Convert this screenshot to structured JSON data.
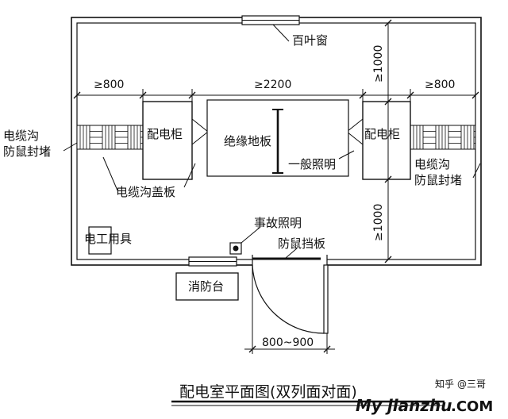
{
  "title": "配电室平面图(双列面对面)",
  "labels": {
    "louver_window": "百叶窗",
    "cable_trench_left": [
      "电缆沟",
      "防鼠封堵"
    ],
    "cable_trench_right": [
      "电缆沟",
      "防鼠封堵"
    ],
    "cabinet_left": "配电柜",
    "cabinet_right": "配电柜",
    "insulation_mat": "绝缘地板",
    "general_lighting": "一般照明",
    "cable_trench_cover": "电缆沟盖板",
    "emergency_lighting": "事故照明",
    "electrician_tools": "电工用具",
    "rodent_board": "防鼠挡板",
    "fire_platform": "消防台"
  },
  "dimensions": {
    "left_clearance": "≥800",
    "aisle_width": "≥2200",
    "right_clearance": "≥800",
    "top_clearance": "≥1000",
    "bottom_clearance": "≥1000",
    "door_width": "800~900"
  },
  "watermark": {
    "text": "My jianzhu",
    "suffix": ".COM",
    "zh_logo": "知乎",
    "handle": "@三哥"
  },
  "colors": {
    "line": "#111111",
    "watermark_yellow": "#f2c200",
    "watermark_orange": "#e8641b",
    "watermark_dark": "#333333",
    "watermark_zh": "#bfbfbf"
  }
}
